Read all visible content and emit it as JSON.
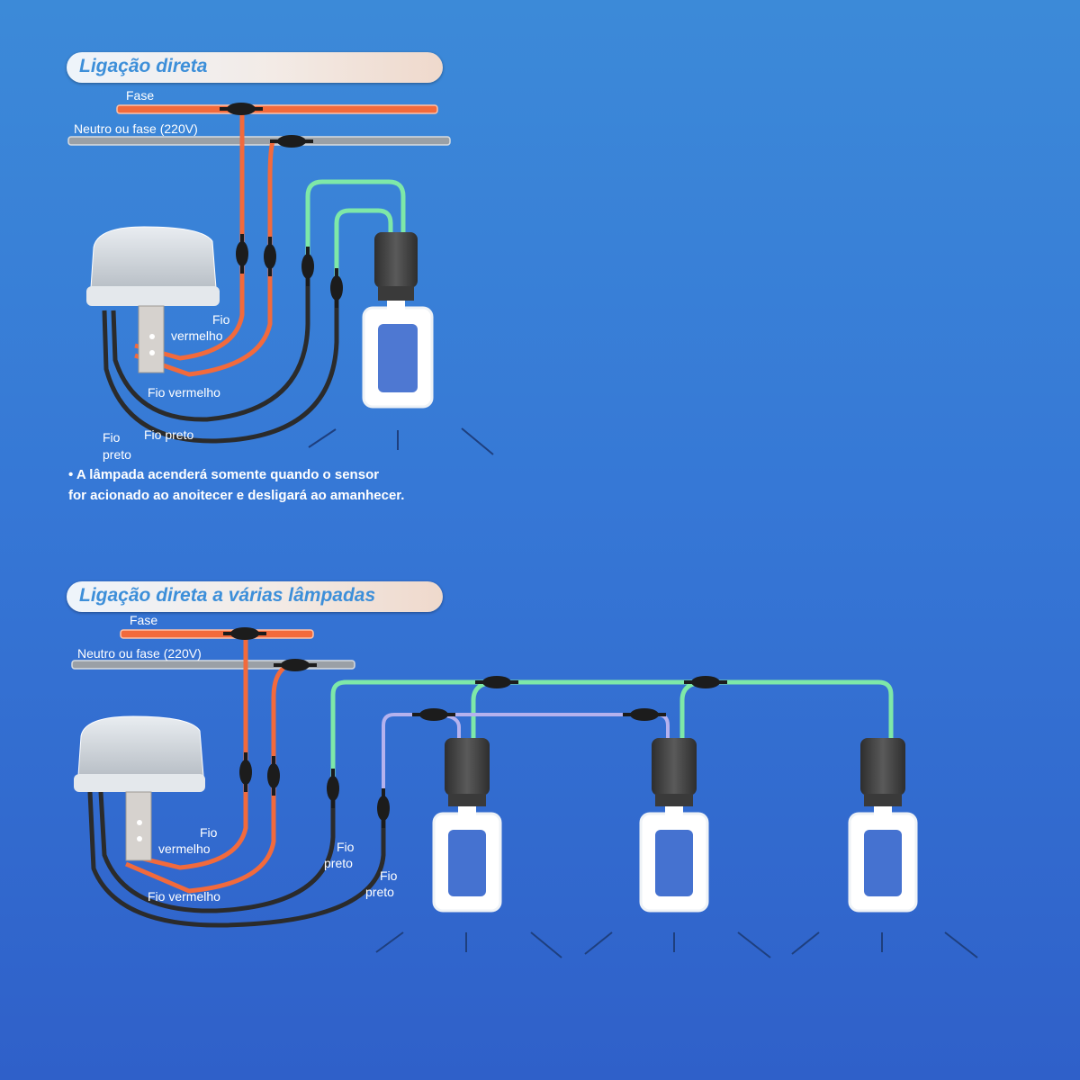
{
  "section1": {
    "title": "Ligação direta",
    "fase": "Fase",
    "neutro": "Neutro ou fase (220V)",
    "fio_vermelho_a1": "Fio",
    "fio_vermelho_a2": "vermelho",
    "fio_vermelho_b": "Fio vermelho",
    "fio_preto_a": "Fio preto",
    "fio_preto_b1": "Fio",
    "fio_preto_b2": "preto",
    "note_line1": "• A lâmpada acenderá somente quando o sensor",
    "note_line2": "for acionado ao anoitecer e desligará ao amanhecer."
  },
  "section2": {
    "title": "Ligação direta a várias lâmpadas",
    "fase": "Fase",
    "neutro": "Neutro ou fase (220V)",
    "fio_vermelho_a1": "Fio",
    "fio_vermelho_a2": "vermelho",
    "fio_vermelho_b": "Fio vermelho",
    "fio_preto_a1": "Fio",
    "fio_preto_a2": "preto",
    "fio_preto_b1": "Fio",
    "fio_preto_b2": "preto"
  },
  "colors": {
    "fase_wire": "#f26a3c",
    "neutro_wire": "#9aa0a6",
    "green_wire": "#7ee8a8",
    "lavender_wire": "#b5b2ee",
    "black_wire": "#2b2b2b",
    "background": "#3678d6"
  }
}
